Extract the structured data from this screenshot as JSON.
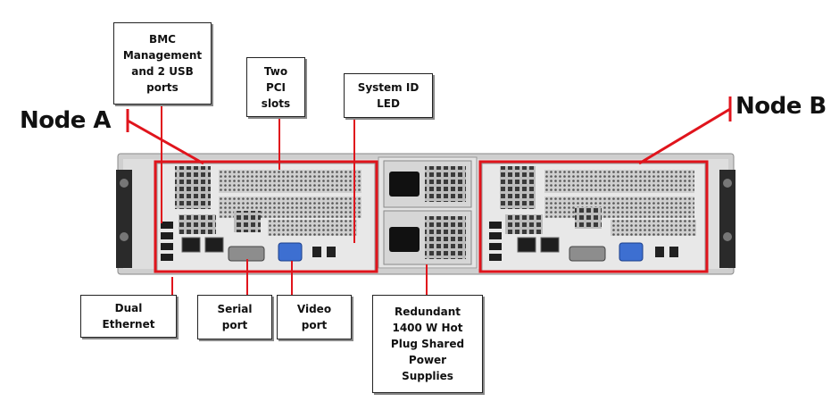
{
  "nodes": {
    "a": "Node A",
    "b": "Node B"
  },
  "callouts": {
    "bmc": "BMC\nManagement\nand 2 USB\nports",
    "pci": "Two\nPCI\nslots",
    "sysid": "System ID\nLED",
    "ethernet": "Dual\nEthernet",
    "serial": "Serial\nport",
    "video": "Video\nport",
    "psu": "Redundant\n1400 W Hot\nPlug Shared\nPower\nSupplies"
  },
  "colors": {
    "highlight": "#e0141c",
    "chassis": "#d8d8d8",
    "chassis_dark": "#9a9a9a",
    "port_blue": "#3d6fd1"
  }
}
